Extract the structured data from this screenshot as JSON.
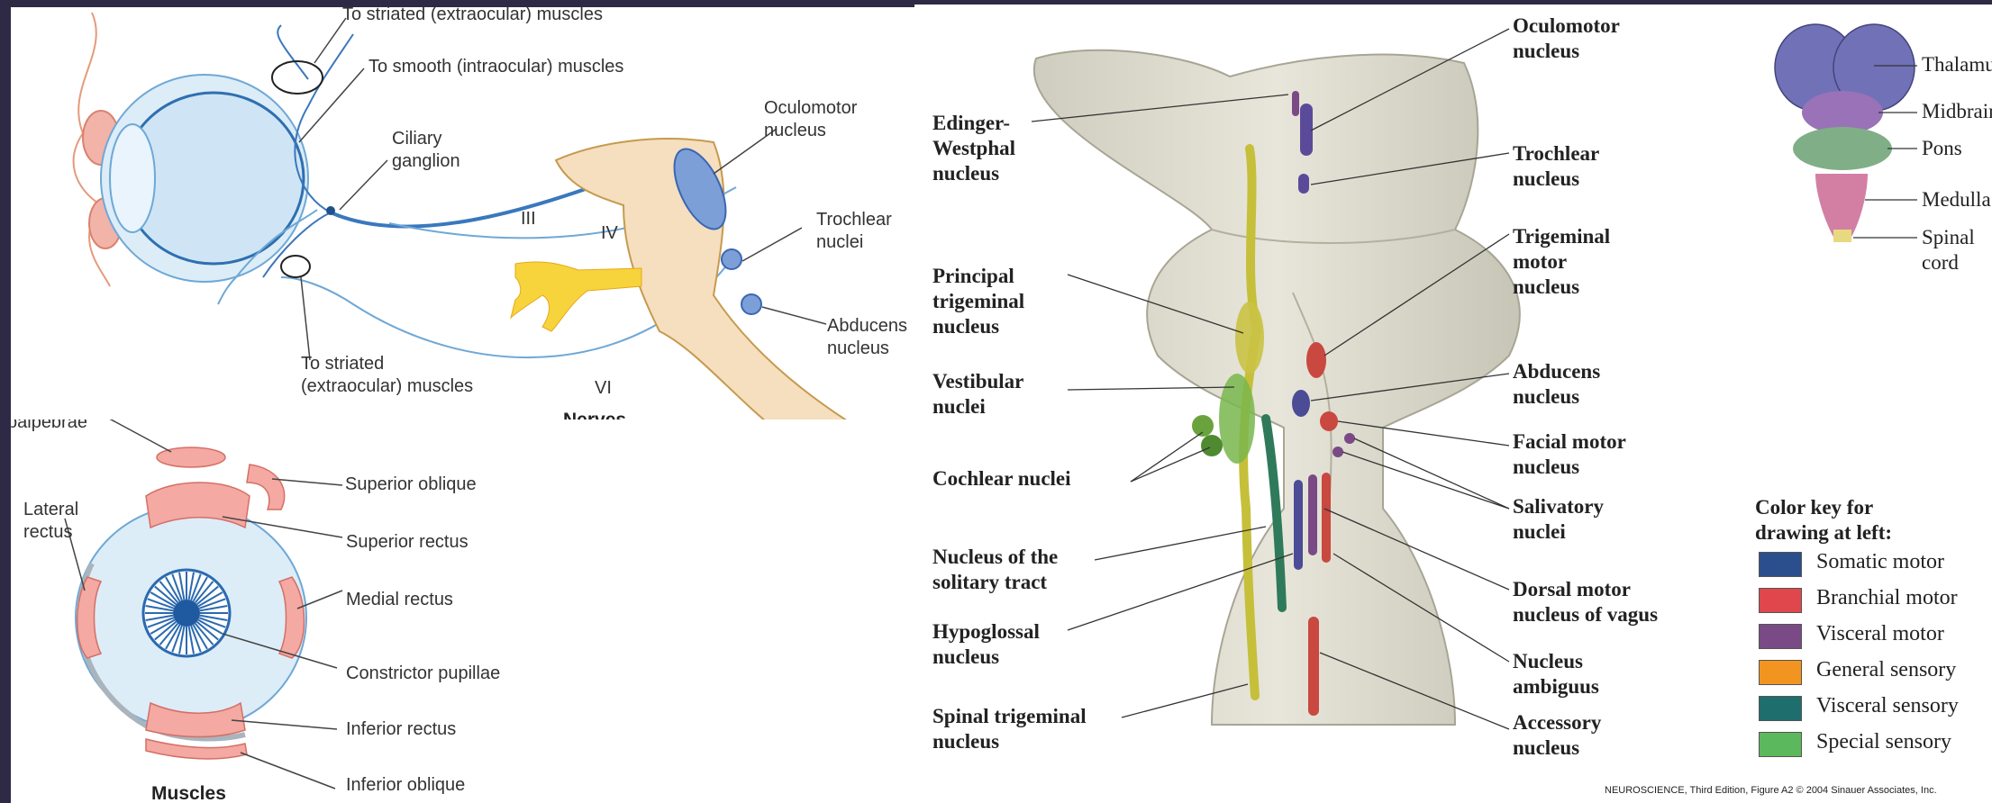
{
  "left_top": {
    "labels": {
      "striated_top": "To striated (extraocular) muscles",
      "smooth": "To smooth (intraocular) muscles",
      "ciliary": "Ciliary\nganglion",
      "oculomotor": "Oculomotor\nnucleus",
      "trochlear": "Trochlear\nnuclei",
      "abducens": "Abducens\nnucleus",
      "striated_bottom": "To striated\n(extraocular) muscles",
      "nerve_iii": "III",
      "nerve_iv": "IV",
      "nerve_vi": "VI",
      "title": "Nerves"
    }
  },
  "left_bottom": {
    "labels": {
      "levator": "Levator\npalpebrae",
      "lateral": "Lateral\nrectus",
      "superior_oblique": "Superior oblique",
      "superior_rectus": "Superior rectus",
      "medial_rectus": "Medial rectus",
      "constrictor": "Constrictor pupillae",
      "inferior_rectus": "Inferior rectus",
      "inferior_oblique": "Inferior oblique",
      "title": "Muscles"
    }
  },
  "right": {
    "labels_left": {
      "edinger": "Edinger-\nWestphal\nnucleus",
      "principal": "Principal\ntrigeminal\nnucleus",
      "vestibular": "Vestibular\nnuclei",
      "cochlear": "Cochlear nuclei",
      "solitary": "Nucleus of the\nsolitary tract",
      "hypoglossal": "Hypoglossal\nnucleus",
      "spinal_trigeminal": "Spinal trigeminal\nnucleus"
    },
    "labels_right": {
      "oculomotor": "Oculomotor\nnucleus",
      "trochlear": "Trochlear\nnucleus",
      "trigeminal_motor": "Trigeminal\nmotor\nnucleus",
      "abducens": "Abducens\nnucleus",
      "facial": "Facial motor\nnucleus",
      "salivatory": "Salivatory\nnuclei",
      "dorsal_vagus": "Dorsal motor\nnucleus of vagus",
      "ambiguus": "Nucleus\nambiguus",
      "accessory": "Accessory\nnucleus"
    },
    "inset_labels": {
      "thalamus": "Thalamus",
      "midbrain": "Midbrain",
      "pons": "Pons",
      "medulla": "Medulla",
      "spinal_cord": "Spinal\ncord"
    },
    "key": {
      "title": "Color key for\ndrawing at left:",
      "items": [
        {
          "label": "Somatic motor",
          "color": "#2b4f8c"
        },
        {
          "label": "Branchial motor",
          "color": "#e0474c"
        },
        {
          "label": "Visceral motor",
          "color": "#7a4a86"
        },
        {
          "label": "General sensory",
          "color": "#f29420"
        },
        {
          "label": "Visceral sensory",
          "color": "#1f6e6e"
        },
        {
          "label": "Special sensory",
          "color": "#5cb85c"
        }
      ]
    },
    "credit": "NEUROSCIENCE, Third Edition, Figure A2  © 2004 Sinauer Associates, Inc."
  }
}
